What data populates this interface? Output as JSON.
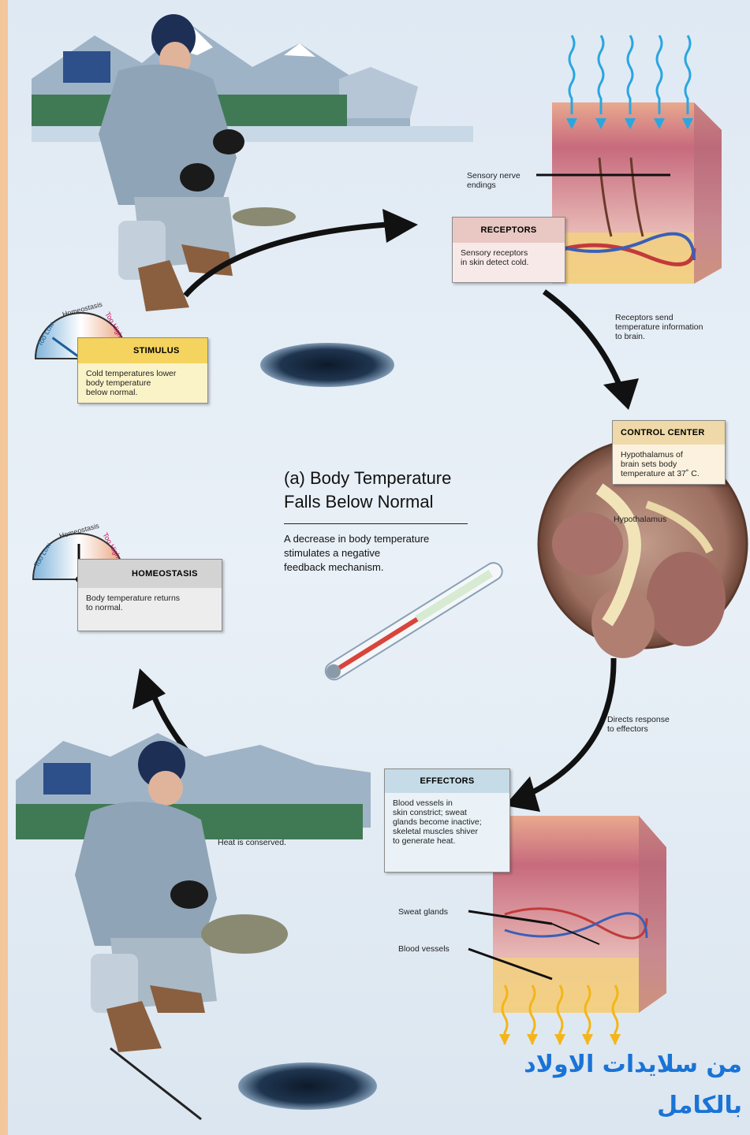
{
  "title": "(a) Body Temperature\nFalls Below Normal",
  "subtitle": "A decrease in body temperature\nstimulates a negative\nfeedback mechanism.",
  "boxes": {
    "stimulus": {
      "heading": "STIMULUS",
      "text": "Cold temperatures  lower\nbody temperature\nbelow normal."
    },
    "receptors": {
      "heading": "RECEPTORS",
      "text": "Sensory  receptors\nin skin  detect  cold."
    },
    "control_center": {
      "heading": "CONTROL CENTER",
      "text": "Hypothalamus  of\nbrain sets body\ntemperature  at 37˚ C."
    },
    "effectors": {
      "heading": "EFFECTORS",
      "text": "Blood vessels  in\nskin constrict;  sweat\nglands  become  inactive;\nskeletal  muscles  shiver\nto generate  heat."
    },
    "homeostasis": {
      "heading": "HOMEOSTASIS",
      "text": "Body temperature  returns\nto normal."
    }
  },
  "labels": {
    "sensory_nerve_endings": "Sensory  nerve\nendings",
    "receptors_send": "Receptors  send\ntemperature  information\nto brain.",
    "hypothalamus": "Hypothalamus",
    "directs_response": "Directs  response\nto effectors",
    "heat_conserved": "Heat is conserved.",
    "sweat_glands": "Sweat  glands",
    "blood_vessels": "Blood vessels"
  },
  "gauges": {
    "too_low": "Too Low",
    "homeostasis": "Homeostasis",
    "too_high": "Too High",
    "stimulus_level": 0.2,
    "homeostasis_level": 0.5
  },
  "credit": "من سلايدات الاولاد\nبالكامل",
  "colors": {
    "stimulus_header": "#f4d35e",
    "stimulus_body": "#fbf3c8",
    "receptors_header": "#e9c7c2",
    "receptors_body": "#f7e9e7",
    "control_header": "#f0d9a8",
    "control_body": "#fbf1de",
    "effectors_header": "#c6dbe8",
    "effectors_body": "#eaf2f7",
    "homeostasis_header": "#d3d3d3",
    "homeostasis_body": "#ededed",
    "credit": "#1a73d6"
  }
}
